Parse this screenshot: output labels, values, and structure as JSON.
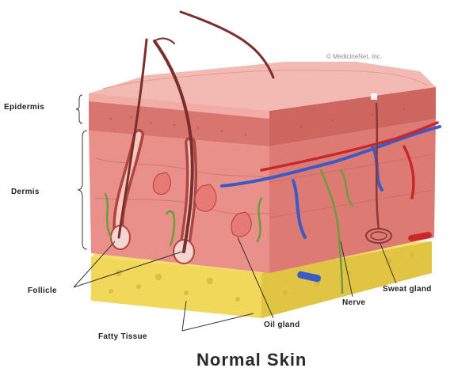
{
  "title": "Normal Skin",
  "credit": "© MedicineNet, Inc.",
  "labels": {
    "epidermis": "Epidermis",
    "dermis": "Dermis",
    "follicle": "Follicle",
    "fatty_tissue": "Fatty Tissue",
    "oil_gland": "Oil gland",
    "nerve": "Nerve",
    "sweat_gland": "Sweat gland"
  },
  "colors": {
    "epidermis_top": "#f0b7b0",
    "dermis": "#e88880",
    "dermis_dark": "#c55a52",
    "fat": "#f1d75a",
    "fat_dark": "#c9a82c",
    "nerve": "#6a9e3c",
    "vein": "#3a5bc7",
    "artery": "#c8282a",
    "hair": "#7a2f2c"
  }
}
